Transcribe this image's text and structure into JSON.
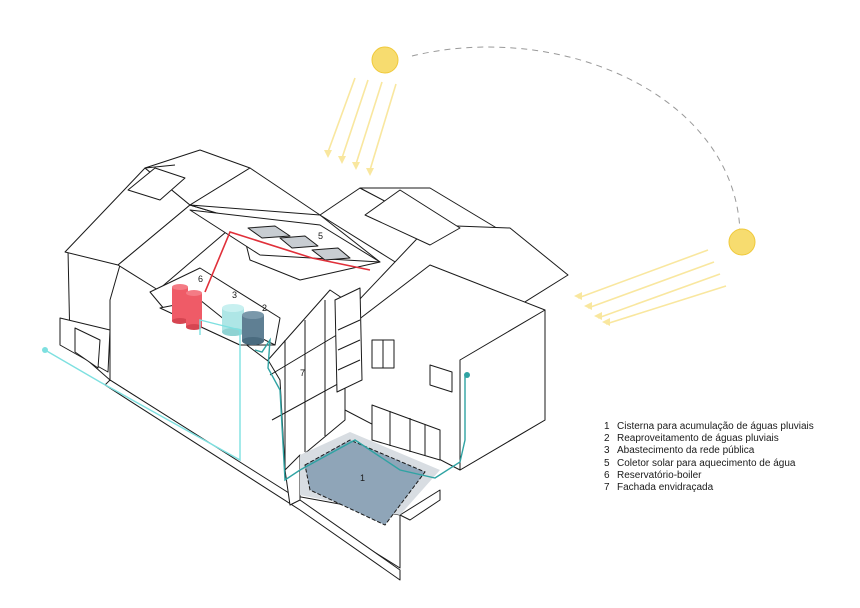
{
  "legend": [
    {
      "num": "1",
      "text": "Cisterna para acumulação de águas pluviais"
    },
    {
      "num": "2",
      "text": "Reaproveitamento de águas pluviais"
    },
    {
      "num": "3",
      "text": "Abastecimento da rede pública"
    },
    {
      "num": "5",
      "text": "Coletor solar para aquecimento de água"
    },
    {
      "num": "6",
      "text": "Reservatório-boiler"
    },
    {
      "num": "7",
      "text": "Fachada envidraçada"
    }
  ],
  "callouts": {
    "c1": "1",
    "c2": "2",
    "c3": "3",
    "c5": "5",
    "c6": "6",
    "c7": "7"
  },
  "colors": {
    "sun": "#f7dc6f",
    "sun_rays": "#f9e79f",
    "cistern": "#8fa5b8",
    "rain_tank": "#5f7f93",
    "public_tank": "#aee6e6",
    "boiler": "#ef5b67",
    "solar_circuit": "#e0303a",
    "rain_pipe": "#2fa3a3",
    "public_pipe": "#7ee0e0",
    "building_line": "#1a1a1a"
  },
  "icons": [
    "sun-icon",
    "sun-icon"
  ]
}
